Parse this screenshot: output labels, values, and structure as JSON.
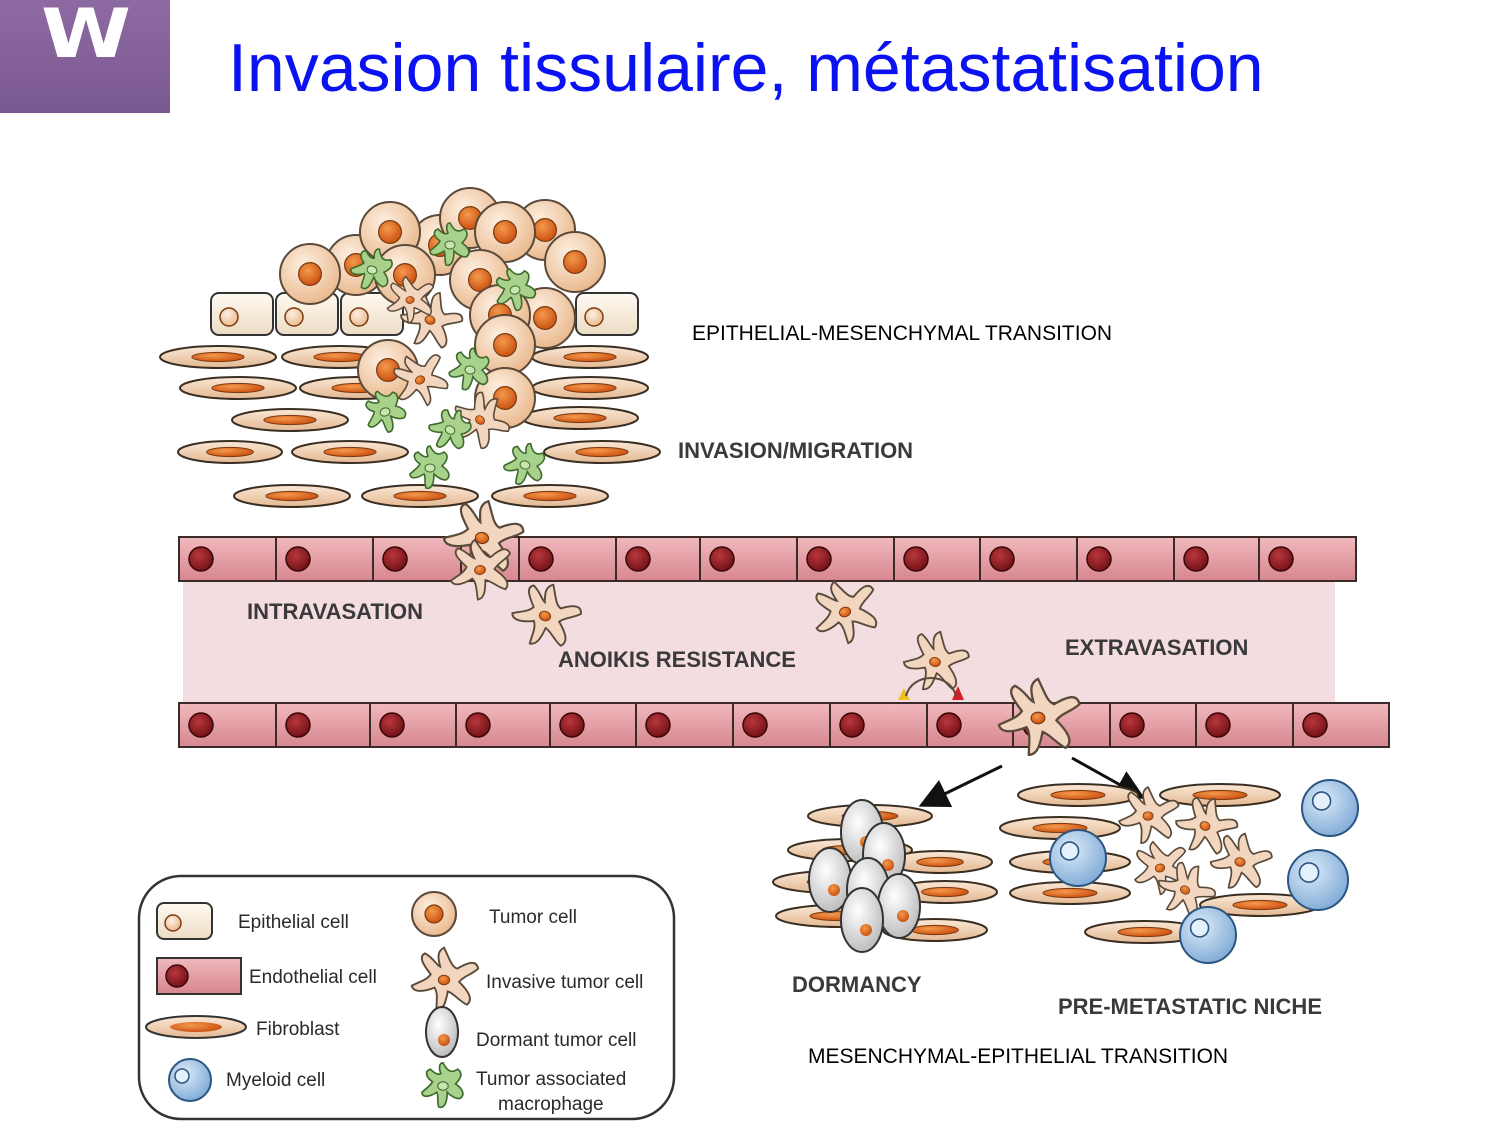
{
  "slide": {
    "title": "Invasion tissulaire, métastatisation",
    "logo_letter": "W"
  },
  "labels": {
    "emt": "EPITHELIAL-MESENCHYMAL TRANSITION",
    "invasion": "INVASION/MIGRATION",
    "intravasation": "INTRAVASATION",
    "anoikis": "ANOIKIS RESISTANCE",
    "extravasation": "EXTRAVASATION",
    "dormancy": "DORMANCY",
    "niche": "PRE-METASTATIC NICHE",
    "met": "MESENCHYMAL-EPITHELIAL TRANSITION"
  },
  "legend": {
    "epithelial": "Epithelial cell",
    "endothelial": "Endothelial cell",
    "fibroblast": "Fibroblast",
    "myeloid": "Myeloid cell",
    "tumor": "Tumor cell",
    "invasive": "Invasive tumor cell",
    "dormant": "Dormant tumor cell",
    "tam_line1": "Tumor associated",
    "tam_line2": "macrophage"
  },
  "colors": {
    "title": "#0a12f2",
    "logo": "#8e6aa3",
    "endothelial": "#e8a5ab",
    "endothelial_nucleus": "#8b1a1f",
    "fibroblast": "#f2d3b8",
    "fibroblast_nucleus": "#d85a14",
    "tumor": "#f6cfa8",
    "tumor_nucleus": "#e0661a",
    "macrophage": "#a8d18c",
    "myeloid": "#a9c8e8",
    "vessel_lumen": "#f3dde0"
  }
}
